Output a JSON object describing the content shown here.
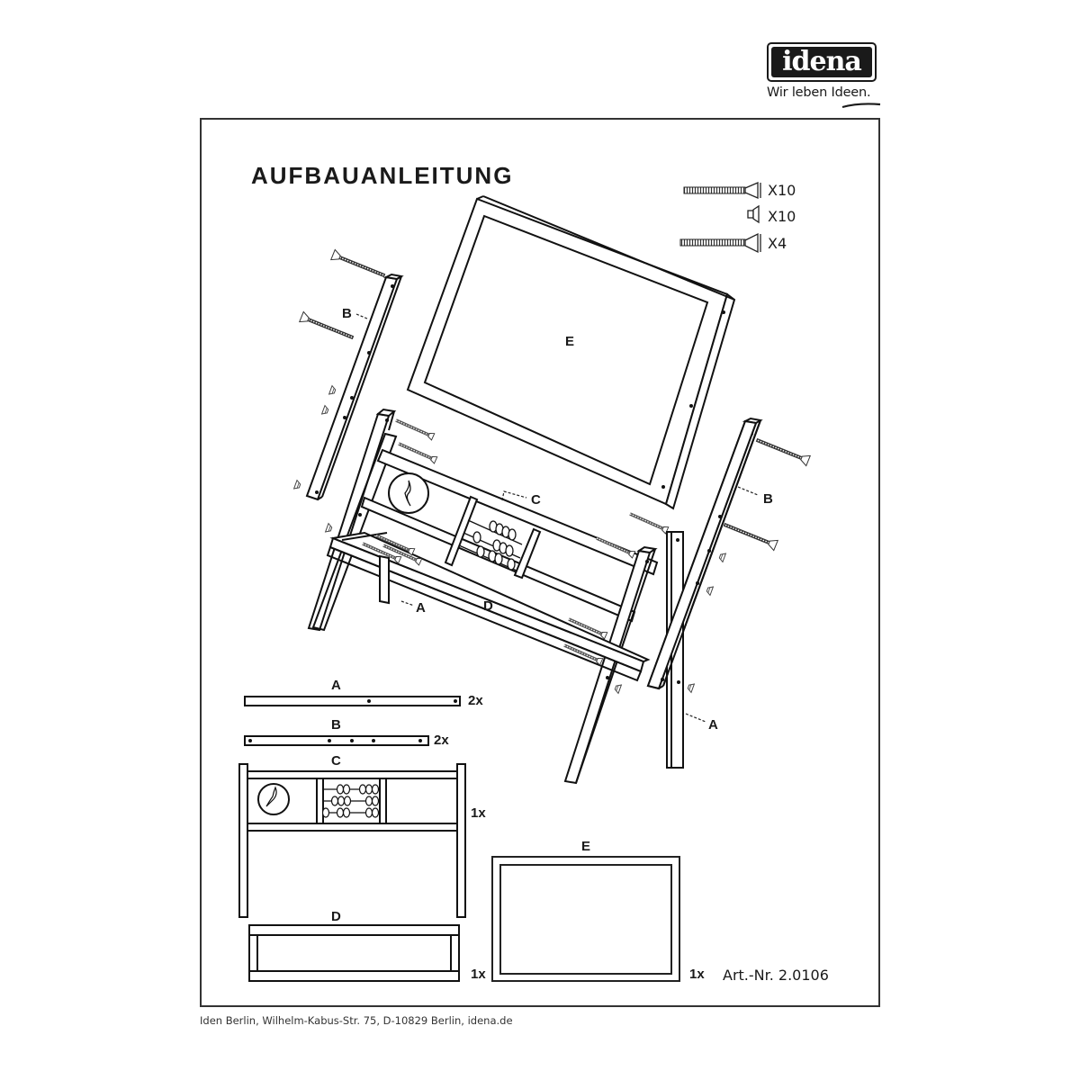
{
  "brand": {
    "logo_text": "idena",
    "slogan": "Wir leben Ideen."
  },
  "document": {
    "title": "AUFBAUANLEITUNG",
    "article_number": "Art.-Nr. 2.0106",
    "footer": "Iden Berlin, Wilhelm-Kabus-Str. 75, D-10829 Berlin, idena.de"
  },
  "hardware": [
    {
      "name": "long-screw",
      "quantity": "X10"
    },
    {
      "name": "cap-nut",
      "quantity": "X10"
    },
    {
      "name": "extra-long-screw",
      "quantity": "X4"
    }
  ],
  "exploded_view": {
    "labels": {
      "E": "E",
      "B_left": "B",
      "B_right": "B",
      "C": "C",
      "A_left": "A",
      "A_right": "A",
      "D": "D"
    }
  },
  "parts": [
    {
      "id": "A",
      "label": "A",
      "quantity": "2x"
    },
    {
      "id": "B",
      "label": "B",
      "quantity": "2x"
    },
    {
      "id": "C",
      "label": "C",
      "quantity": "1x"
    },
    {
      "id": "D",
      "label": "D",
      "quantity": "1x"
    },
    {
      "id": "E",
      "label": "E",
      "quantity": "1x"
    }
  ]
}
